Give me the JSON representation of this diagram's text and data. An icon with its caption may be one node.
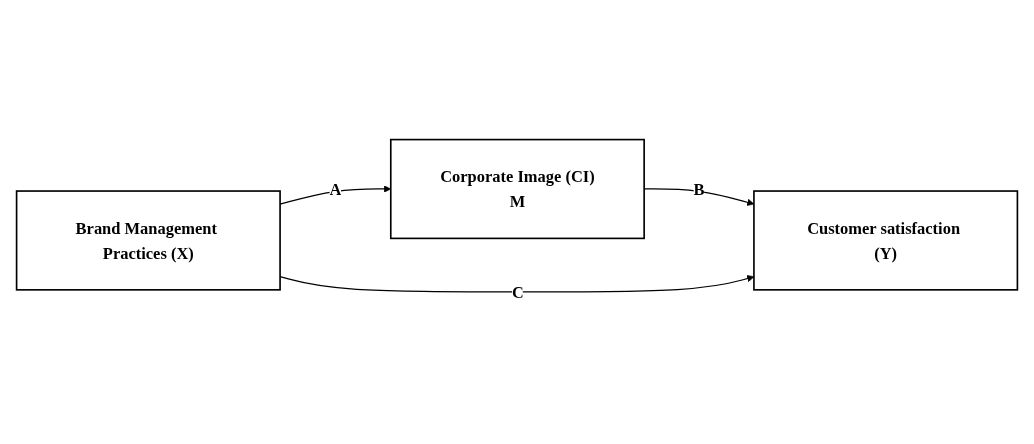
{
  "diagram": {
    "nodes": [
      {
        "text": [
          "Brand Management Practices (X)"
        ]
      },
      {
        "text": [
          "Corporate Image (CI)",
          "M"
        ]
      },
      {
        "text": [
          "Customer satisfaction (Y)"
        ]
      }
    ],
    "edges": [
      {
        "from": 0,
        "to": 1,
        "arrow": "to",
        "label": "A"
      },
      {
        "from": 1,
        "to": 2,
        "arrow": "to",
        "label": "B"
      },
      {
        "from": 0,
        "to": 2,
        "arrow": "to",
        "label": "C"
      }
    ]
  }
}
